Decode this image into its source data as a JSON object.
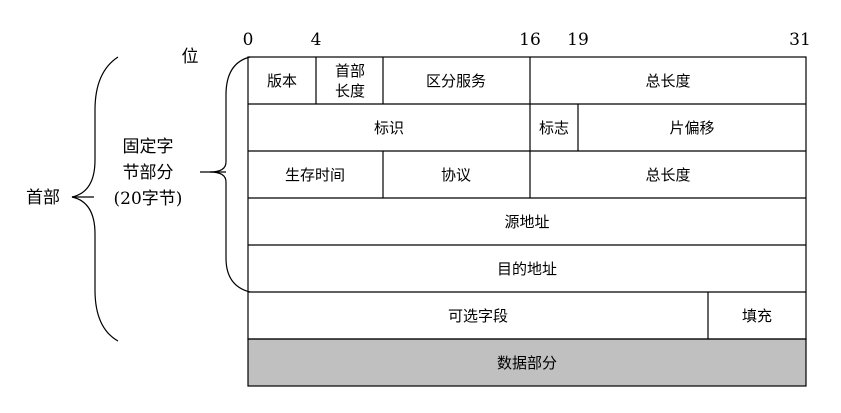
{
  "bit_label": "位",
  "bit_ticks": [
    "0",
    "4",
    "16",
    "19",
    "31"
  ],
  "header_label": "首部",
  "fixed_part_label": [
    "固定字",
    "节部分",
    "(20字节)"
  ],
  "fields": {
    "version": "版本",
    "header_length": [
      "首部",
      "长度"
    ],
    "differentiated_services": "区分服务",
    "total_length": "总长度",
    "identification": "标识",
    "flags": "标志",
    "fragment_offset": "片偏移",
    "ttl": "生存时间",
    "protocol": "协议",
    "checksum": "总长度",
    "source_address": "源地址",
    "destination_address": "目的地址",
    "options": "可选字段",
    "padding": "填充",
    "data": "数据部分"
  },
  "colors": {
    "line": "#000000",
    "data_fill": "#c0c0c0",
    "background": "#ffffff"
  }
}
